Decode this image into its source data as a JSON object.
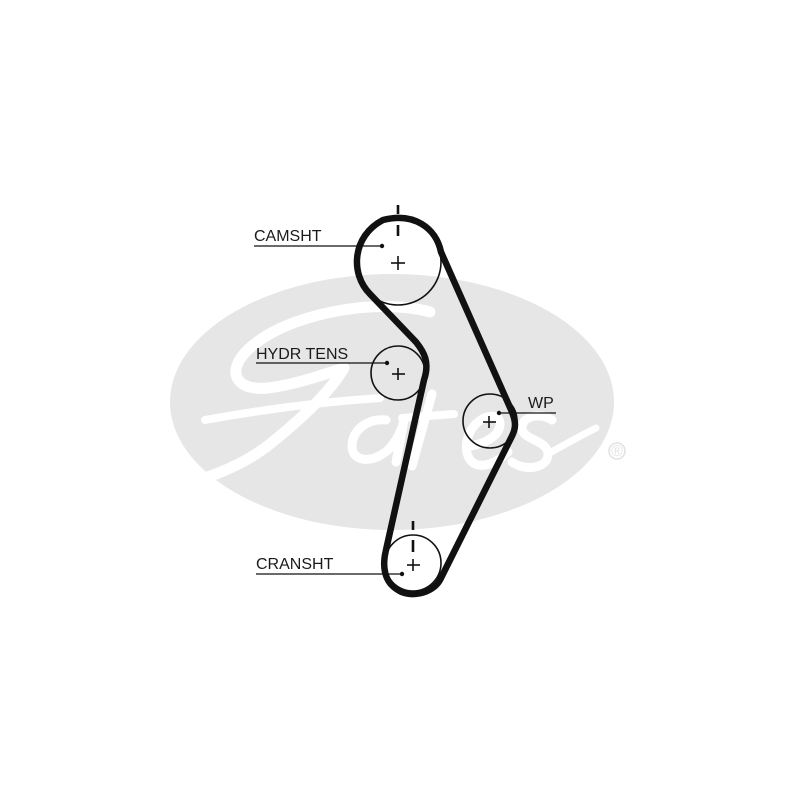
{
  "pulleys": {
    "camshaft": "CAMSHT",
    "hydraulic_tensioner": "HYDR TENS",
    "water_pump": "WP",
    "crankshaft": "CRANSHT"
  },
  "watermark": {
    "brand": "Gates",
    "registered_mark": "®",
    "color": "#e6e6e6"
  },
  "colors": {
    "belt": "#111111",
    "pulley_outline": "#111111",
    "label_text": "#1a1a1a"
  },
  "icons": {
    "pulley_center": "plus-cross",
    "timing_mark": "dash-tick"
  }
}
